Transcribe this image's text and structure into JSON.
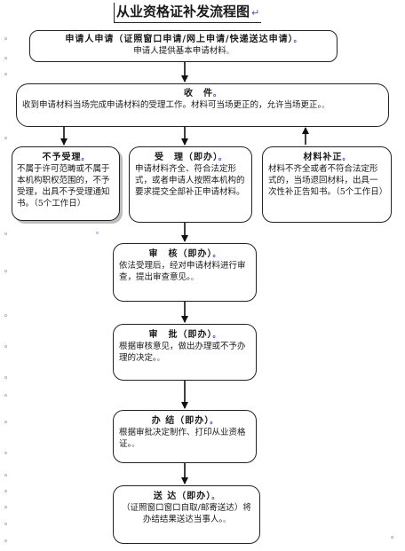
{
  "title": "从业资格证补发流程图",
  "enter_mark": "↵",
  "para_mark": "。",
  "steps": {
    "apply": {
      "head": "申请人申请（证照窗口申请/网上申请/快递送达申请）",
      "body": "申请人提供基本申请材料"
    },
    "receive": {
      "head": "收　件",
      "body": "收到申请材料当场完成申请材料的受理工作。材料可当场更正的，允许当场更正。"
    },
    "reject": {
      "head": "不予受理",
      "body": "不属于许可范畴或不属于本机构职权范围的，不予受理，出具不予受理通知书。（5个工作日）"
    },
    "accept": {
      "head": "受　理（即办）",
      "body": "申请材料齐全、符合法定形式，或者申请人按照本机构的要求提交全部补正申请材料。"
    },
    "supplement": {
      "head": "材料补正",
      "body": "材料不齐全或者不符合法定形式的，当场退回材料，出具一次性补正告知书。（5个工作日）"
    },
    "review": {
      "head": "审　核（即办）",
      "body": "依法受理后，经对申请材料进行审查，提出审查意见。"
    },
    "approve": {
      "head": "审　批（即办）",
      "body": "根据审核意见，做出办理或不予办理的决定。"
    },
    "conclude": {
      "head": "办 结（即办）",
      "body": "根据审批决定制作、打印从业资格证。"
    },
    "deliver": {
      "head": "送 达（即办）",
      "body": "（证照窗口窗口自取/邮寄送达）将办结结果送达当事人。"
    }
  }
}
